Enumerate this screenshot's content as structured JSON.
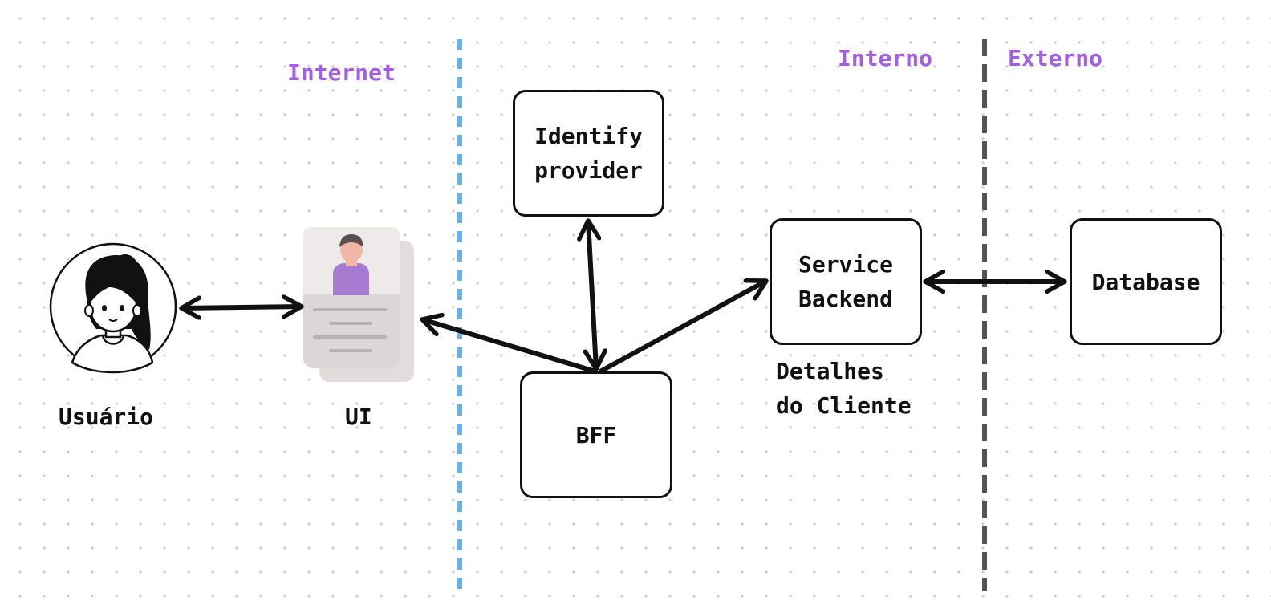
{
  "zones": {
    "internet": "Internet",
    "interno": "Interno",
    "externo": "Externo"
  },
  "nodes": {
    "usuario": "Usuário",
    "ui": "UI",
    "identify_provider": "Identify\nprovider",
    "bff": "BFF",
    "service_backend": "Service\nBackend",
    "database": "Database"
  },
  "notes": {
    "detalhes": "Detalhes\ndo Cliente"
  },
  "colors": {
    "zone_label": "#a45ee5",
    "internet_boundary": "#62b3ee",
    "external_boundary": "#555555",
    "stroke": "#111111"
  },
  "icons": {
    "user": "user-avatar-icon",
    "ui": "profile-card-icon"
  }
}
